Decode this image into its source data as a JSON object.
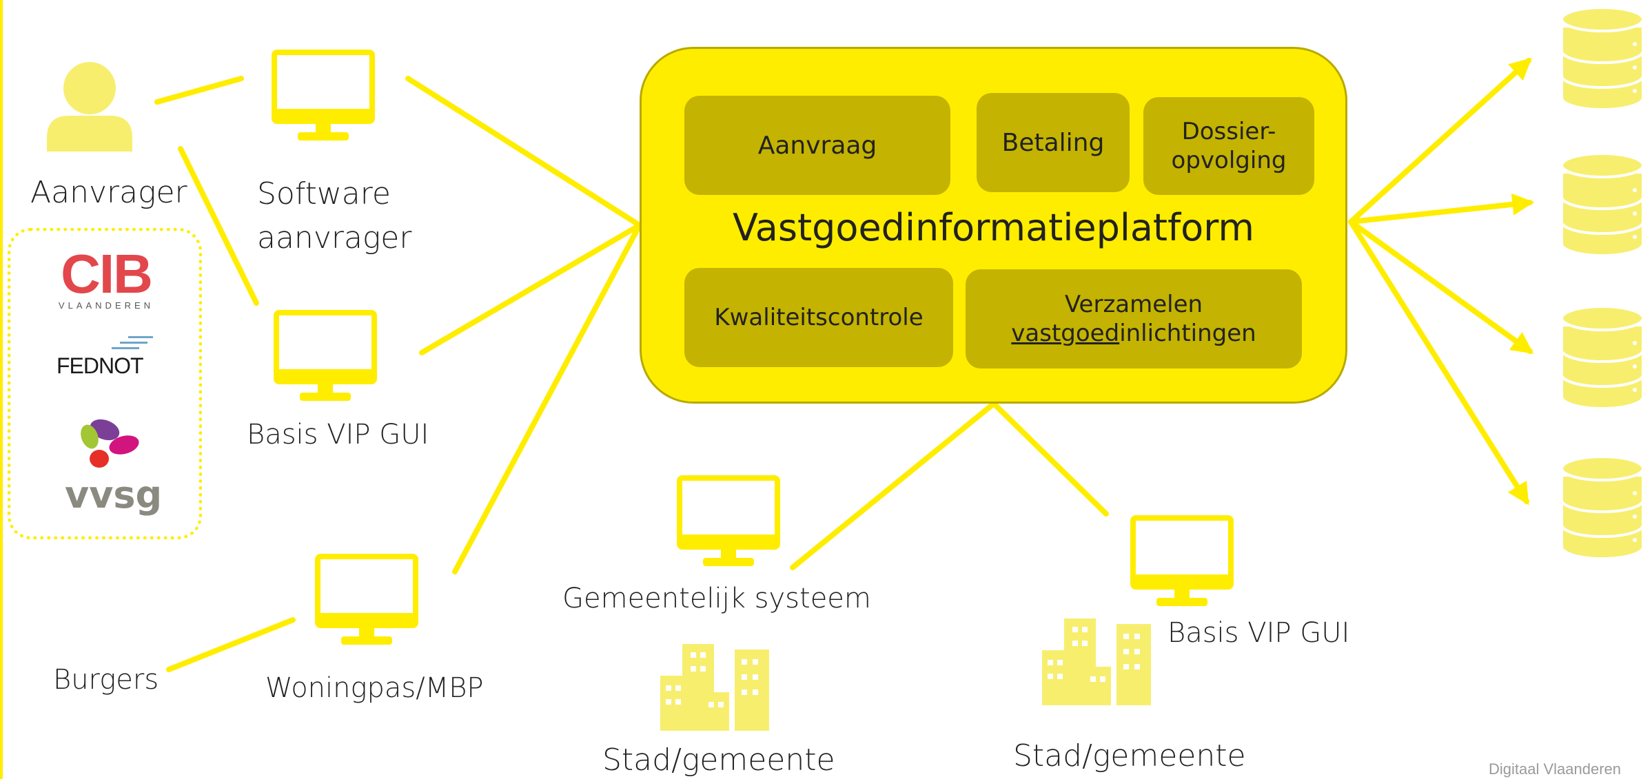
{
  "actors": {
    "requester": "Aanvrager",
    "citizens": "Burgers"
  },
  "clients": {
    "requester_software": [
      "Software",
      "aanvrager"
    ],
    "basic_gui_left": "Basis VIP GUI",
    "housing_pass": "Woningpas/MBP",
    "municipal_system": "Gemeentelijk systeem",
    "basic_gui_right": "Basis VIP GUI"
  },
  "platform": {
    "title": "Vastgoedinformatieplatform",
    "modules": {
      "request": "Aanvraag",
      "payment": "Betaling",
      "dossier_line1": "Dossier-",
      "dossier_line2": "opvolging",
      "quality": "Kwaliteitscontrole",
      "collect_line1": "Verzamelen",
      "collect_underlined": "vastgoed",
      "collect_rest": "inlichtingen"
    }
  },
  "partners": {
    "cib": "CIB",
    "cib_sub": "VLAANDEREN",
    "fednot": "FEDNOT",
    "vvsg": "vvsg"
  },
  "cities": {
    "city_left": "Stad/gemeente",
    "city_right": "Stad/gemeente"
  },
  "footer": "Digitaal Vlaanderen",
  "colors": {
    "accent": "#ffed00",
    "module": "#c4b300",
    "icon": "#f7ee6e"
  }
}
